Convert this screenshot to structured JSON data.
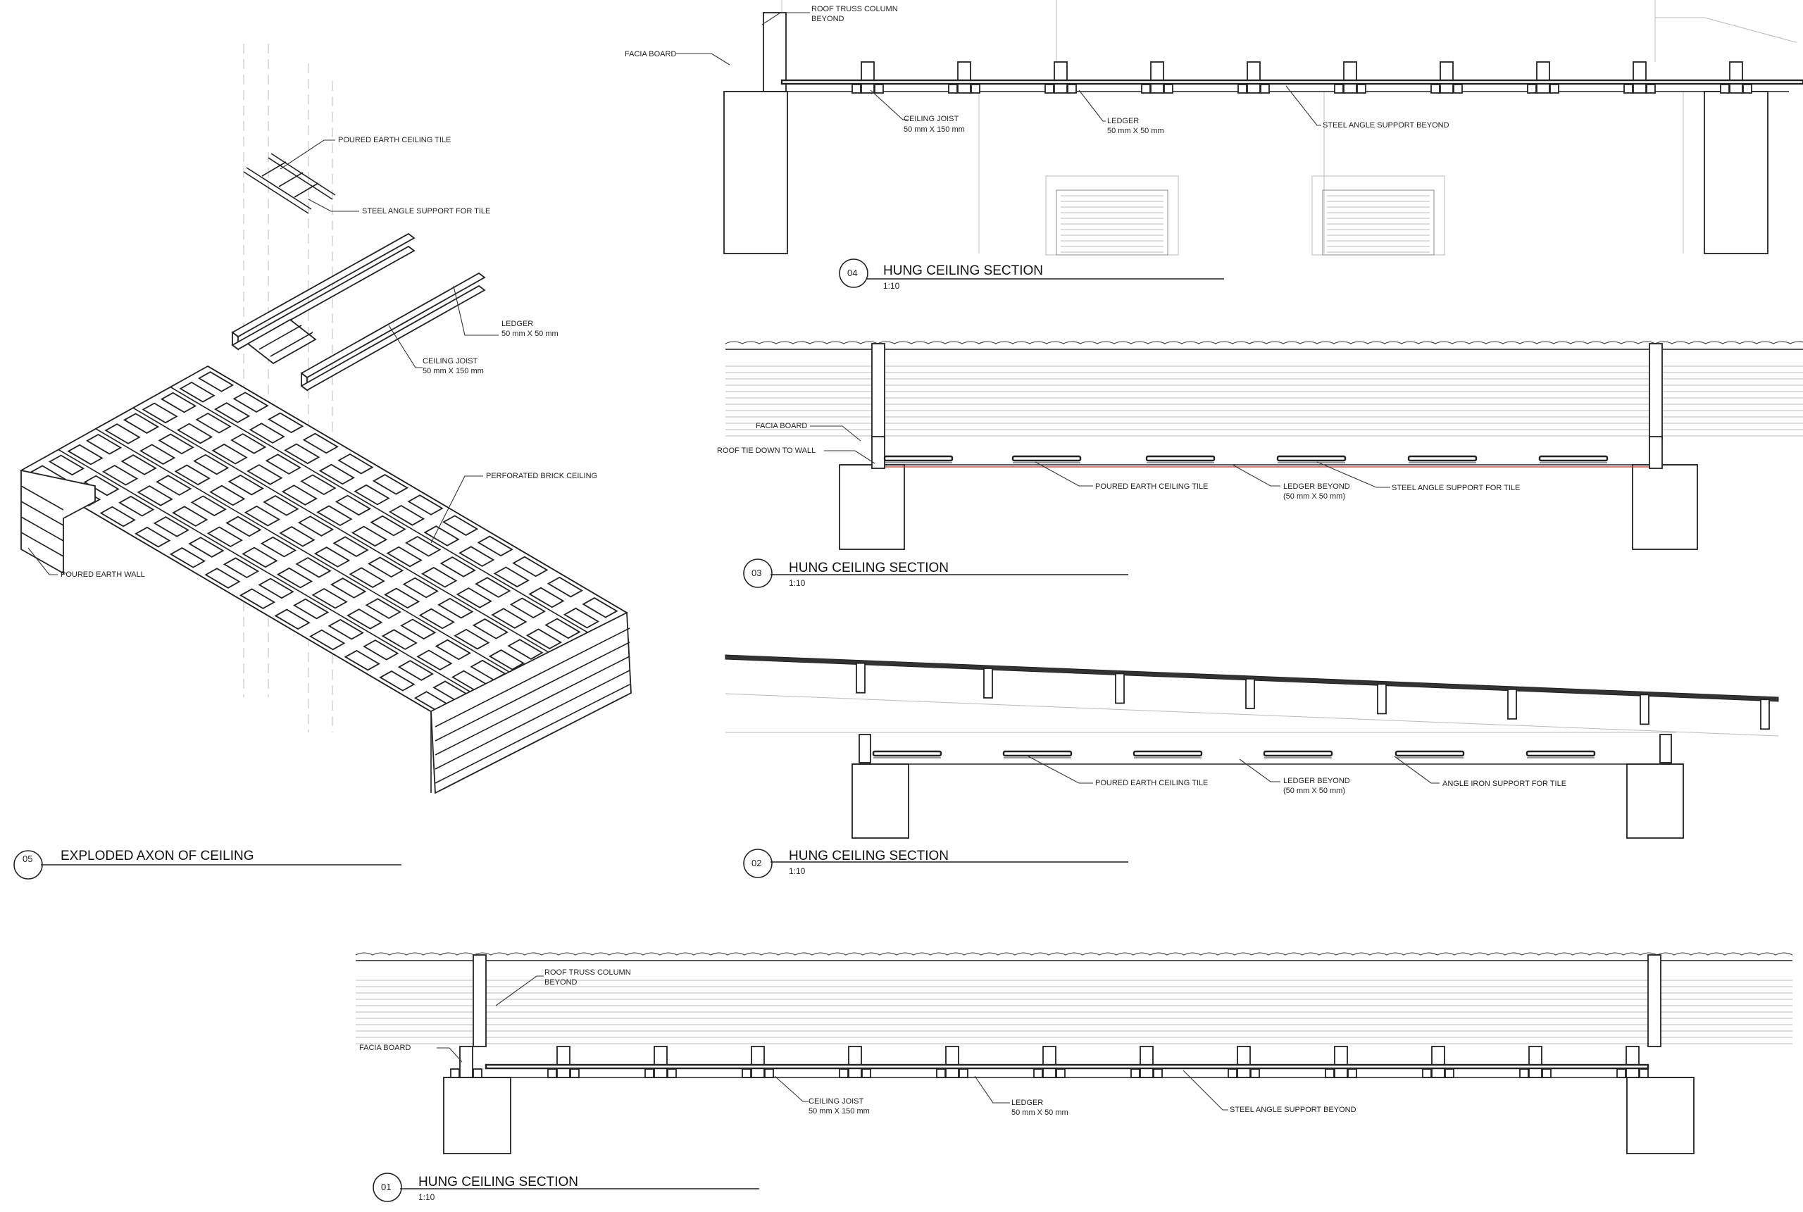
{
  "drawings": {
    "d04": {
      "number": "04",
      "title": "HUNG CEILING SECTION",
      "scale": "1:10",
      "labels": {
        "truss1": "ROOF TRUSS COLUMN",
        "truss2": "BEYOND",
        "facia": "FACIA BOARD",
        "joist1": "CEILING JOIST",
        "joist2": "50 mm X 150 mm",
        "ledger1": "LEDGER",
        "ledger2": "50 mm X 50 mm",
        "steel": "STEEL ANGLE SUPPORT BEYOND"
      }
    },
    "d03": {
      "number": "03",
      "title": "HUNG CEILING SECTION",
      "scale": "1:10",
      "labels": {
        "facia": "FACIA BOARD",
        "tie": "ROOF TIE DOWN TO WALL",
        "tile": "POURED EARTH CEILING TILE",
        "ledger1": "LEDGER BEYOND",
        "ledger2": "(50 mm X 50 mm)",
        "steel": "STEEL ANGLE SUPPORT FOR TILE"
      }
    },
    "d02": {
      "number": "02",
      "title": "HUNG CEILING SECTION",
      "scale": "1:10",
      "labels": {
        "tile": "POURED EARTH CEILING TILE",
        "ledger1": "LEDGER BEYOND",
        "ledger2": "(50 mm X 50 mm)",
        "angle": "ANGLE IRON SUPPORT FOR TILE"
      }
    },
    "d01": {
      "number": "01",
      "title": "HUNG CEILING SECTION",
      "scale": "1:10",
      "labels": {
        "truss1": "ROOF TRUSS COLUMN",
        "truss2": "BEYOND",
        "facia": "FACIA BOARD",
        "joist1": "CEILING JOIST",
        "joist2": "50 mm X 150 mm",
        "ledger1": "LEDGER",
        "ledger2": "50 mm X 50 mm",
        "steel": "STEEL ANGLE SUPPORT BEYOND"
      }
    },
    "d05": {
      "number": "05",
      "title": "EXPLODED AXON OF CEILING",
      "labels": {
        "tile": "POURED EARTH CEILING TILE",
        "steel": "STEEL ANGLE SUPPORT FOR TILE",
        "ledger1": "LEDGER",
        "ledger2": "50 mm X 50 mm",
        "joist1": "CEILING JOIST",
        "joist2": "50 mm X 150 mm",
        "brick": "PERFORATED BRICK CEILING",
        "wall": "POURED EARTH WALL"
      }
    }
  }
}
